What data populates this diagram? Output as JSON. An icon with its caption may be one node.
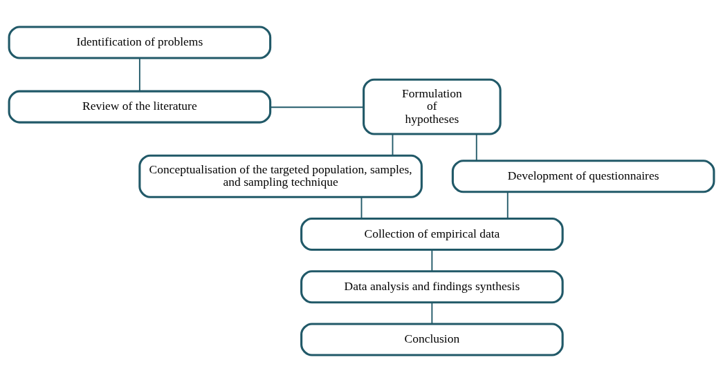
{
  "diagram": {
    "nodes": [
      {
        "text": [
          "Identification of problems"
        ]
      },
      {
        "text": [
          "Review of the literature"
        ]
      },
      {
        "text": [
          "Formulation of hypotheses"
        ]
      },
      {
        "text": [
          "Conceptualisation of the targeted population, samples, and sampling technique"
        ]
      },
      {
        "text": [
          "Development of questionnaires"
        ]
      },
      {
        "text": [
          "Collection of empirical data"
        ]
      },
      {
        "text": [
          "Data analysis and findings synthesis"
        ]
      },
      {
        "text": [
          "Conclusion"
        ]
      }
    ],
    "edges": [
      {
        "from": 0,
        "to": 1,
        "arrow": "none"
      },
      {
        "from": 1,
        "to": 2,
        "arrow": "none"
      },
      {
        "from": 2,
        "to": 3,
        "arrow": "none"
      },
      {
        "from": 2,
        "to": 4,
        "arrow": "none"
      },
      {
        "from": 3,
        "to": 5,
        "arrow": "none"
      },
      {
        "from": 4,
        "to": 5,
        "arrow": "none"
      },
      {
        "from": 5,
        "to": 6,
        "arrow": "none"
      },
      {
        "from": 6,
        "to": 7,
        "arrow": "none"
      }
    ]
  }
}
